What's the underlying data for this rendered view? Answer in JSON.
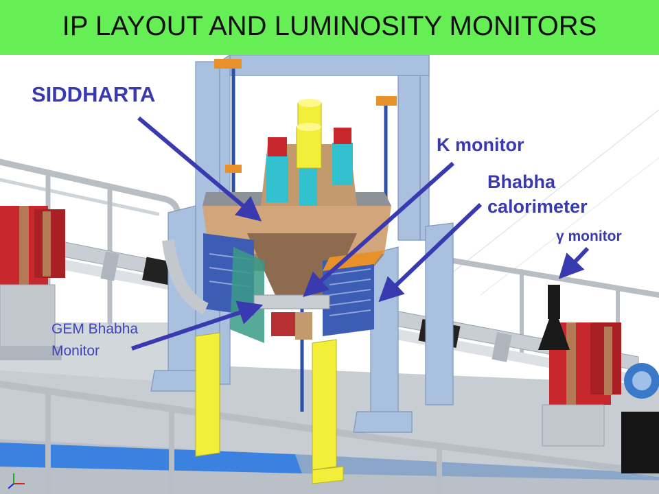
{
  "slide": {
    "title": "IP LAYOUT AND LUMINOSITY MONITORS"
  },
  "labels": {
    "siddharta": "SIDDHARTA",
    "k_monitor": "K monitor",
    "bhabha_line1": "Bhabha",
    "bhabha_line2": "calorimeter",
    "gamma_monitor": "γ monitor",
    "gem_line1": "GEM Bhabha",
    "gem_line2": "Monitor"
  },
  "colors": {
    "title_bar": "#66ee55",
    "label_text": "#3a3ab0",
    "arrow": "#3a3ab0",
    "frame": "#a9c0df",
    "yellow_support": "#f2ee3a",
    "magnet_red": "#c8282d",
    "copper": "#b47a55",
    "cyan_cylinder": "#34c1cf"
  }
}
